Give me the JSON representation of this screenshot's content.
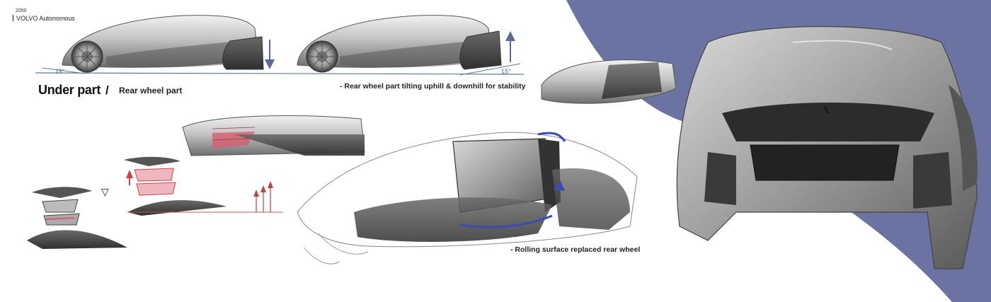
{
  "header": {
    "year": "2050",
    "brand": "VOLVO",
    "brand_suffix": "Autonomous"
  },
  "section": {
    "title": "Under part",
    "slash": "/",
    "subtitle": "Rear wheel part"
  },
  "annotations": {
    "tilt_note": "- Rear wheel part tilting uphill & downhill for stability",
    "rolling_note": "- Rolling surface replaced rear wheel",
    "angle_left": "15°",
    "angle_right": "15°"
  },
  "colors": {
    "background": "#ffffff",
    "backdrop_panel": "#6b73a3",
    "body_grey": "#9a9a9a",
    "arrow_blue": "#3a4bb8",
    "accent_red": "#d95a6e",
    "ground_line": "#5d7a91"
  }
}
